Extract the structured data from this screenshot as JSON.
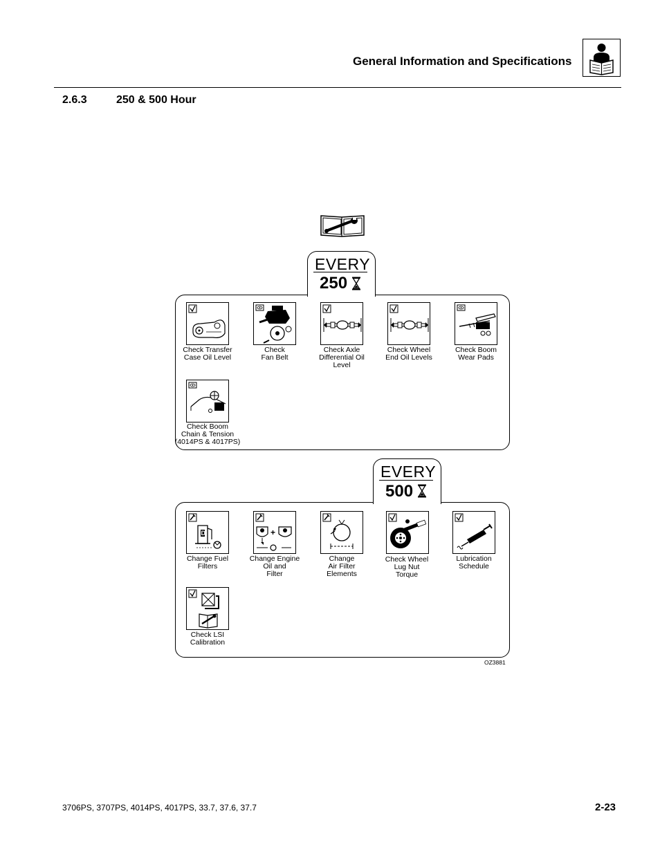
{
  "header": {
    "title": "General Information and Specifications",
    "icon": "manual-reader-icon"
  },
  "section": {
    "number": "2.6.3",
    "title": "250 & 500 Hour"
  },
  "schedule_250": {
    "every": "EVERY",
    "hours": "250",
    "hour_icon": "hourglass-icon",
    "items": [
      {
        "label": "Check Transfer\nCase Oil Level",
        "mark": "check",
        "icon": "transfer-case-icon"
      },
      {
        "label": "Check\nFan Belt",
        "mark": "inspect",
        "icon": "fan-belt-icon"
      },
      {
        "label": "Check Axle\nDifferential Oil\nLevel",
        "mark": "check",
        "icon": "axle-icon"
      },
      {
        "label": "Check Wheel\nEnd Oil Levels",
        "mark": "check",
        "icon": "axle-wheel-end-icon"
      },
      {
        "label": "Check Boom\nWear Pads",
        "mark": "inspect",
        "icon": "boom-wear-pads-icon"
      },
      {
        "label": "Check Boom\nChain & Tension\n(4014PS & 4017PS)",
        "mark": "inspect",
        "icon": "boom-chain-icon"
      }
    ]
  },
  "schedule_500": {
    "every": "EVERY",
    "hours": "500",
    "hour_icon": "hourglass-icon",
    "items": [
      {
        "label": "Change Fuel\nFilters",
        "mark": "service",
        "icon": "fuel-filter-icon"
      },
      {
        "label": "Change Engine\nOil and\nFilter",
        "mark": "service",
        "icon": "engine-oil-icon"
      },
      {
        "label": "Change\nAir Filter\nElements",
        "mark": "service",
        "icon": "air-filter-icon"
      },
      {
        "label": "Check Wheel\nLug Nut\nTorque",
        "mark": "check",
        "icon": "lug-nut-torque-icon"
      },
      {
        "label": "Lubrication\nSchedule",
        "mark": "check",
        "icon": "grease-gun-icon"
      },
      {
        "label": "Check LSI\nCalibration",
        "mark": "check",
        "icon": "lsi-calibration-icon"
      }
    ]
  },
  "figure_code": "OZ3881",
  "footer": {
    "models": "3706PS, 3707PS, 4014PS, 4017PS, 33.7, 37.6, 37.7",
    "page": "2-23"
  }
}
